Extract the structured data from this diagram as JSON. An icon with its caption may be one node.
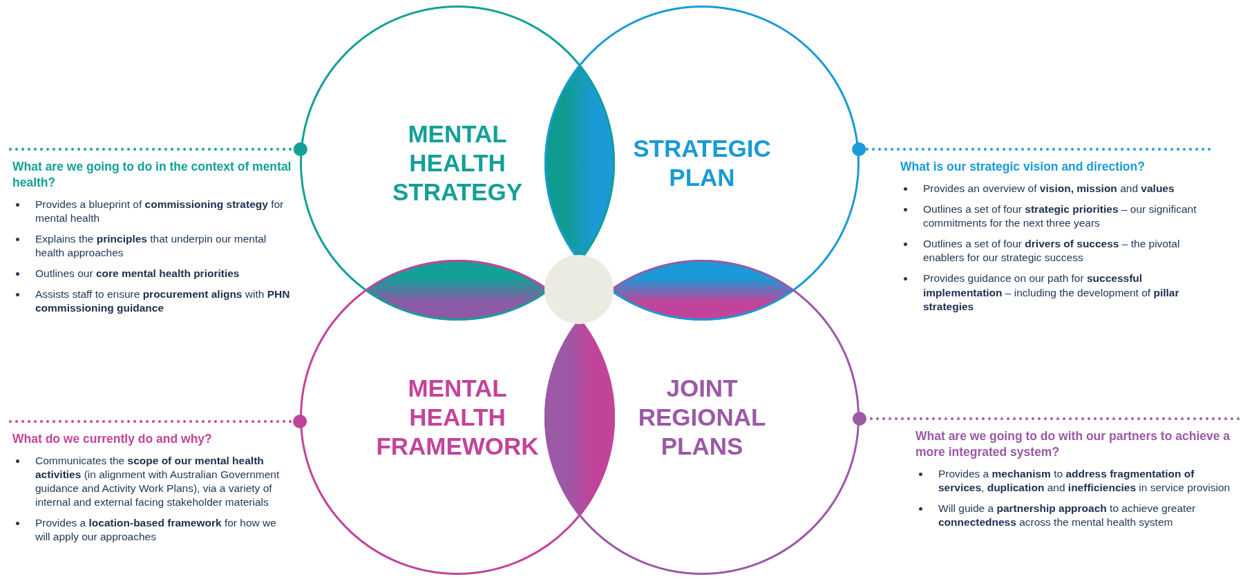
{
  "diagram": {
    "nodes": [
      {
        "text": [
          "MENTAL HEALTH STRATEGY"
        ]
      },
      {
        "text": [
          "STRATEGIC PLAN"
        ]
      },
      {
        "text": [
          "MENTAL HEALTH FRAMEWORK"
        ]
      },
      {
        "text": [
          "JOINT REGIONAL PLANS"
        ]
      },
      {
        "text": [],
        "shape": "circle"
      },
      {
        "text": [
          "What are we going to do in the context of mental health?",
          "Provides a blueprint of **commissioning strategy** for mental health",
          "Explains the **principles** that underpin our mental health approaches",
          "Outlines our **core mental health priorities**",
          "Assists staff to ensure **procurement aligns** with **PHN commissioning guidance**"
        ]
      },
      {
        "text": [
          "What is our strategic vision and direction?",
          "Provides an overview of **vision, mission** and **values**",
          "Outlines a set of four **strategic priorities** – our significant commitments for the next three years",
          "Outlines a set of four **drivers of success** – the pivotal enablers for our strategic success",
          "Provides guidance on our path for **successful implementation** – including the development of **pillar strategies**"
        ]
      },
      {
        "text": [
          "What do we currently do and why?",
          "Communicates the **scope of our mental health activities** (in alignment with Australian Government guidance and Activity Work Plans), via a variety of internal and external facing stakeholder materials",
          "Provides a **location-based framework** for how we will apply our approaches"
        ]
      },
      {
        "text": [
          "What are we going to do with our partners to achieve a more integrated system?",
          "Provides a **mechanism** to **address fragmentation of services**, **duplication** and **inefficiencies** in service provision",
          "Will guide a **partnership approach** to achieve greater **connectedness** across the mental health system"
        ]
      }
    ],
    "edges": [
      {
        "from": 5,
        "to": 0,
        "arrow": "other",
        "style": "dashed",
        "color": "#13a097"
      },
      {
        "from": 6,
        "to": 1,
        "arrow": "other",
        "style": "dashed",
        "color": "#1a9ad6"
      },
      {
        "from": 7,
        "to": 2,
        "arrow": "other",
        "style": "dashed",
        "color": "#c2449a"
      },
      {
        "from": 8,
        "to": 3,
        "arrow": "other",
        "style": "dashed",
        "color": "#9b59a6"
      }
    ]
  }
}
